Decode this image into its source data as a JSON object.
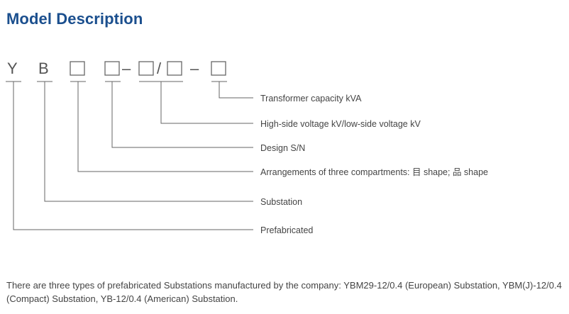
{
  "title": "Model Description",
  "model_code": {
    "letters": [
      "Y",
      "B"
    ],
    "separators": [
      "–",
      "/",
      "–"
    ]
  },
  "legend": [
    "Transformer capacity kVA",
    "High-side voltage kV/low-side voltage kV",
    "Design S/N",
    "Arrangements of three compartments: 目 shape; 品 shape",
    "Substation",
    "Prefabricated"
  ],
  "description": "There are three types of prefabricated Substations manufactured by the company: YBM29-12/0.4 (European) Substation, YBM(J)-12/0.4 (Compact) Substation, YB-12/0.4 (American) Substation.",
  "colors": {
    "title": "#1b4f8e",
    "lines": "#666666",
    "text": "#444444"
  }
}
